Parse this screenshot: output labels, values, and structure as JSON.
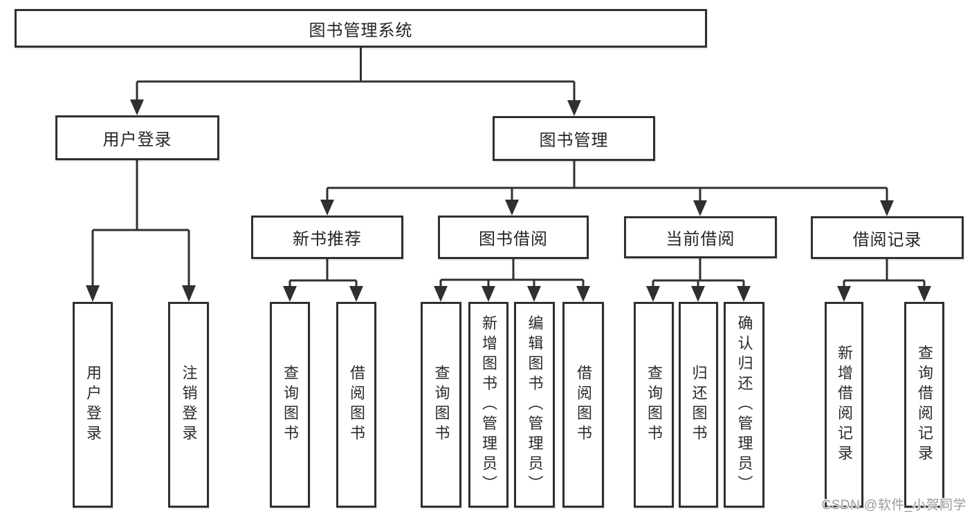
{
  "diagram": {
    "title": "图书管理系统",
    "type": "hierarchy-tree",
    "colors": {
      "line": "#303030",
      "box_border": "#2f2f2f",
      "box_fill": "#ffffff",
      "text": "#242424",
      "watermark_text": "#9b9b9b",
      "background": "#ffffff"
    },
    "root": {
      "label": "图书管理系统"
    },
    "level2": [
      {
        "label": "用户登录",
        "parent": "图书管理系统"
      },
      {
        "label": "图书管理",
        "parent": "图书管理系统"
      }
    ],
    "level3": [
      {
        "label": "新书推荐",
        "parent": "图书管理"
      },
      {
        "label": "图书借阅",
        "parent": "图书管理"
      },
      {
        "label": "当前借阅",
        "parent": "图书管理"
      },
      {
        "label": "借阅记录",
        "parent": "图书管理"
      }
    ],
    "leaves": [
      {
        "label": "用户登录",
        "parent": "用户登录"
      },
      {
        "label": "注销登录",
        "parent": "用户登录"
      },
      {
        "label": "查询图书",
        "parent": "新书推荐"
      },
      {
        "label": "借阅图书",
        "parent": "新书推荐"
      },
      {
        "label": "查询图书",
        "parent": "图书借阅"
      },
      {
        "label": "新增图书（管理员）",
        "parent": "图书借阅"
      },
      {
        "label": "编辑图书（管理员）",
        "parent": "图书借阅"
      },
      {
        "label": "借阅图书",
        "parent": "图书借阅"
      },
      {
        "label": "查询图书",
        "parent": "当前借阅"
      },
      {
        "label": "归还图书",
        "parent": "当前借阅"
      },
      {
        "label": "确认归还（管理员）",
        "parent": "当前借阅"
      },
      {
        "label": "新增借阅记录",
        "parent": "借阅记录"
      },
      {
        "label": "查询借阅记录",
        "parent": "借阅记录"
      }
    ],
    "watermark": "CSDN @软件_小贺同学"
  }
}
